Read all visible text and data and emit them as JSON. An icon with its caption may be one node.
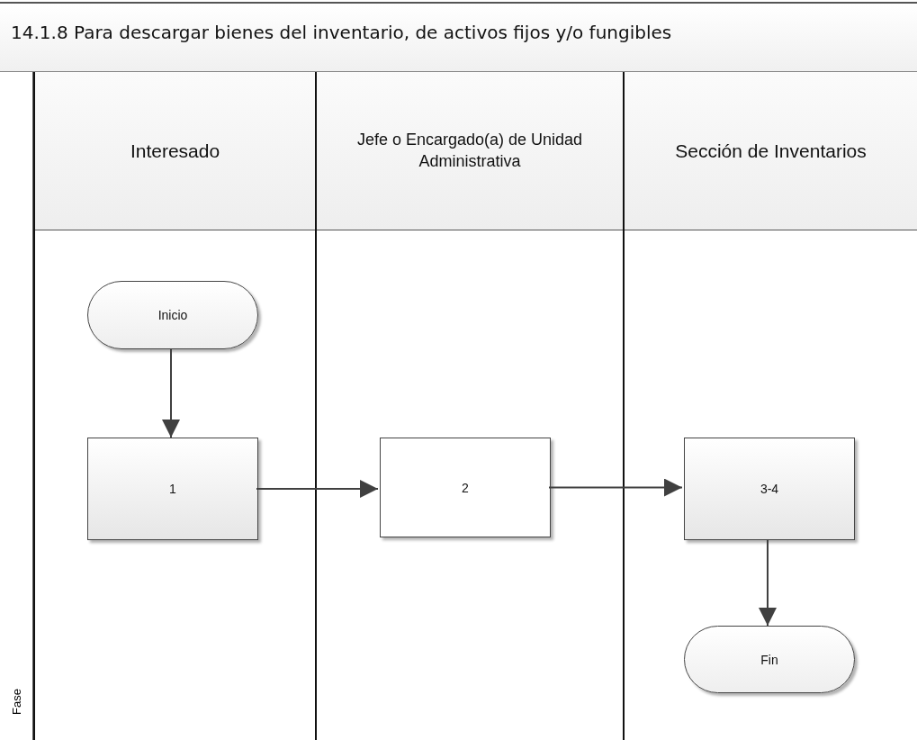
{
  "diagram": {
    "title": "14.1.8 Para descargar bienes del inventario,  de activos fijos y/o fungibles",
    "nodes": [
      {
        "text": [
          "Interesado"
        ]
      },
      {
        "text": [
          "Jefe o Encargado(a) de Unidad Administrativa"
        ]
      },
      {
        "text": [
          "Sección de Inventarios"
        ]
      },
      {
        "text": [
          "Inicio"
        ],
        "in": 0
      },
      {
        "text": [
          "1"
        ],
        "in": 0
      },
      {
        "text": [
          "2"
        ],
        "in": 1
      },
      {
        "text": [
          "3-4"
        ],
        "in": 2
      },
      {
        "text": [
          "Fin"
        ],
        "in": 2
      }
    ],
    "edges": [
      {
        "from": 3,
        "to": 4,
        "arrow": "to"
      },
      {
        "from": 4,
        "to": 5,
        "arrow": "to"
      },
      {
        "from": 5,
        "to": 6,
        "arrow": "to"
      },
      {
        "from": 6,
        "to": 7,
        "arrow": "to"
      }
    ],
    "labels": [
      "Fase"
    ]
  }
}
